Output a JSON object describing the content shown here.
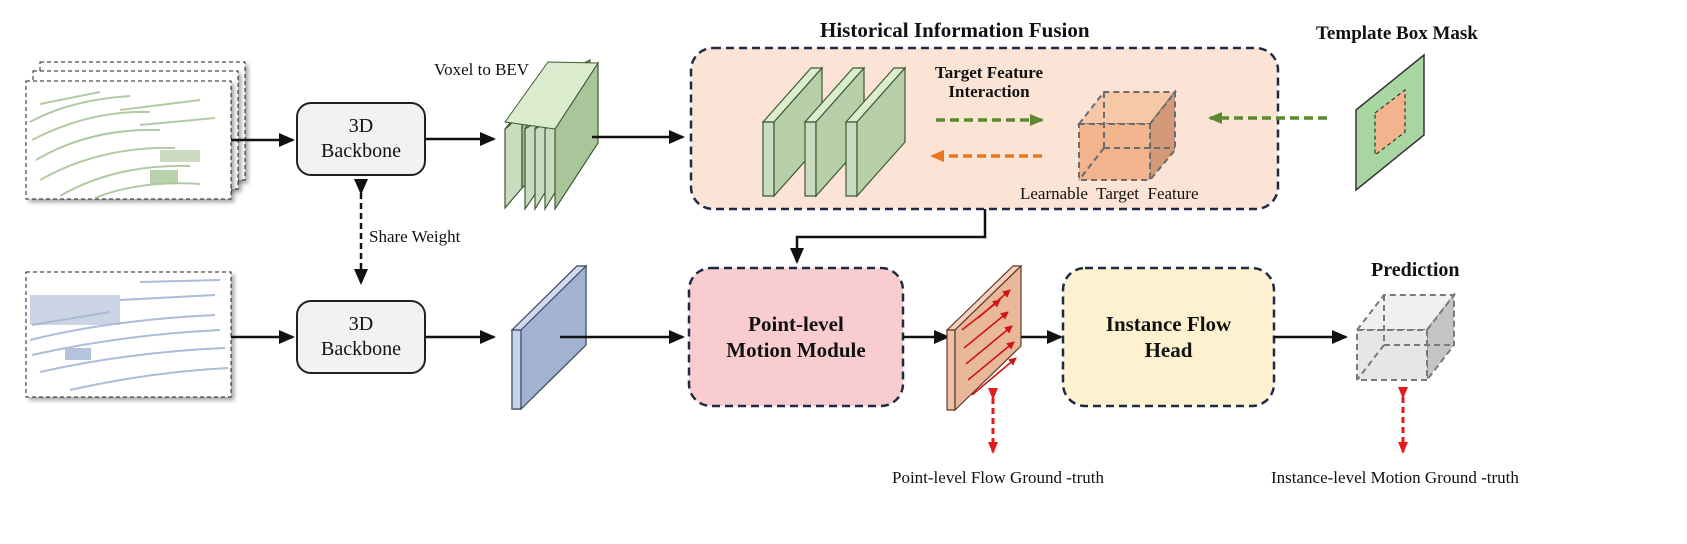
{
  "labels": {
    "voxel_to_bev": "Voxel to BEV",
    "share_weight": "Share Weight",
    "historical_fusion": "Historical Information Fusion",
    "target_feature_interaction_1": "Target Feature",
    "target_feature_interaction_2": "Interaction",
    "learnable_target_feature": "Learnable  Target  Feature",
    "template_box_mask": "Template Box Mask",
    "prediction": "Prediction",
    "point_flow_gt": "Point-level Flow Ground -truth",
    "instance_motion_gt": "Instance-level Motion Ground -truth"
  },
  "blocks": {
    "backbone_top_1": "3D",
    "backbone_top_2": "Backbone",
    "backbone_bottom_1": "3D",
    "backbone_bottom_2": "Backbone",
    "motion_module_1": "Point-level",
    "motion_module_2": "Motion Module",
    "flow_head_1": "Instance Flow",
    "flow_head_2": "Head"
  },
  "colors": {
    "history_green": "#a9c59a",
    "current_blue": "#a9b9d6",
    "fusion_bg": "#fbe3d6",
    "motion_module_bg": "#f9cdd0",
    "flow_head_bg": "#fdf1cf",
    "dashed_border": "#1f2a44",
    "arrow_green": "#5b8a2e",
    "arrow_orange": "#e8761c",
    "arrow_red": "#e41b1b",
    "feature_cube": "#f2b48c"
  }
}
